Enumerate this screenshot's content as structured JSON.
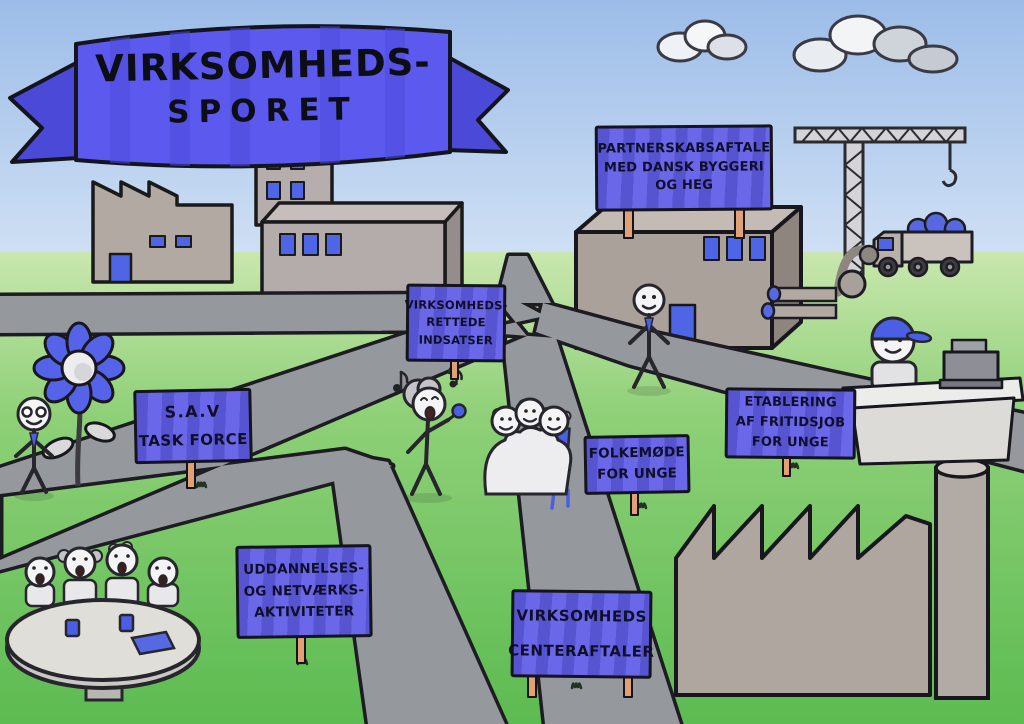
{
  "banner": {
    "line1": "VIRKSOMHEDS-",
    "line2": "SPORET"
  },
  "signs": {
    "partnerskab": {
      "lines": [
        "PARTNERSKABSAFTALE",
        "MED DANSK BYGGERI",
        "OG HEG"
      ]
    },
    "virksomhedsrettede": {
      "lines": [
        "VIRKSOMHEDS-",
        "RETTEDE",
        "INDSATSER"
      ]
    },
    "sav": {
      "lines": [
        "S.A.V",
        "TASK FORCE"
      ]
    },
    "folkemoede": {
      "lines": [
        "FOLKEMØDE",
        "FOR UNGE"
      ]
    },
    "etablering": {
      "lines": [
        "ETABLERING",
        "AF FRITIDSJOB",
        "FOR UNGE"
      ]
    },
    "uddannelses": {
      "lines": [
        "UDDANNELSES-",
        "OG NETVÆRKS-",
        "AKTIVITETER"
      ]
    },
    "centeraftaler": {
      "lines": [
        "VIRKSOMHEDS",
        "CENTERAFTALER"
      ]
    }
  },
  "colors": {
    "banner_blue": "#5b59ee",
    "sign_blue": "#625fe8",
    "post_tan": "#e2a174",
    "sky_blue": "#a5c3ea",
    "grass_green": "#6cc45e",
    "road_gray": "#95989c",
    "accent_blue": "#4a5fe4"
  }
}
